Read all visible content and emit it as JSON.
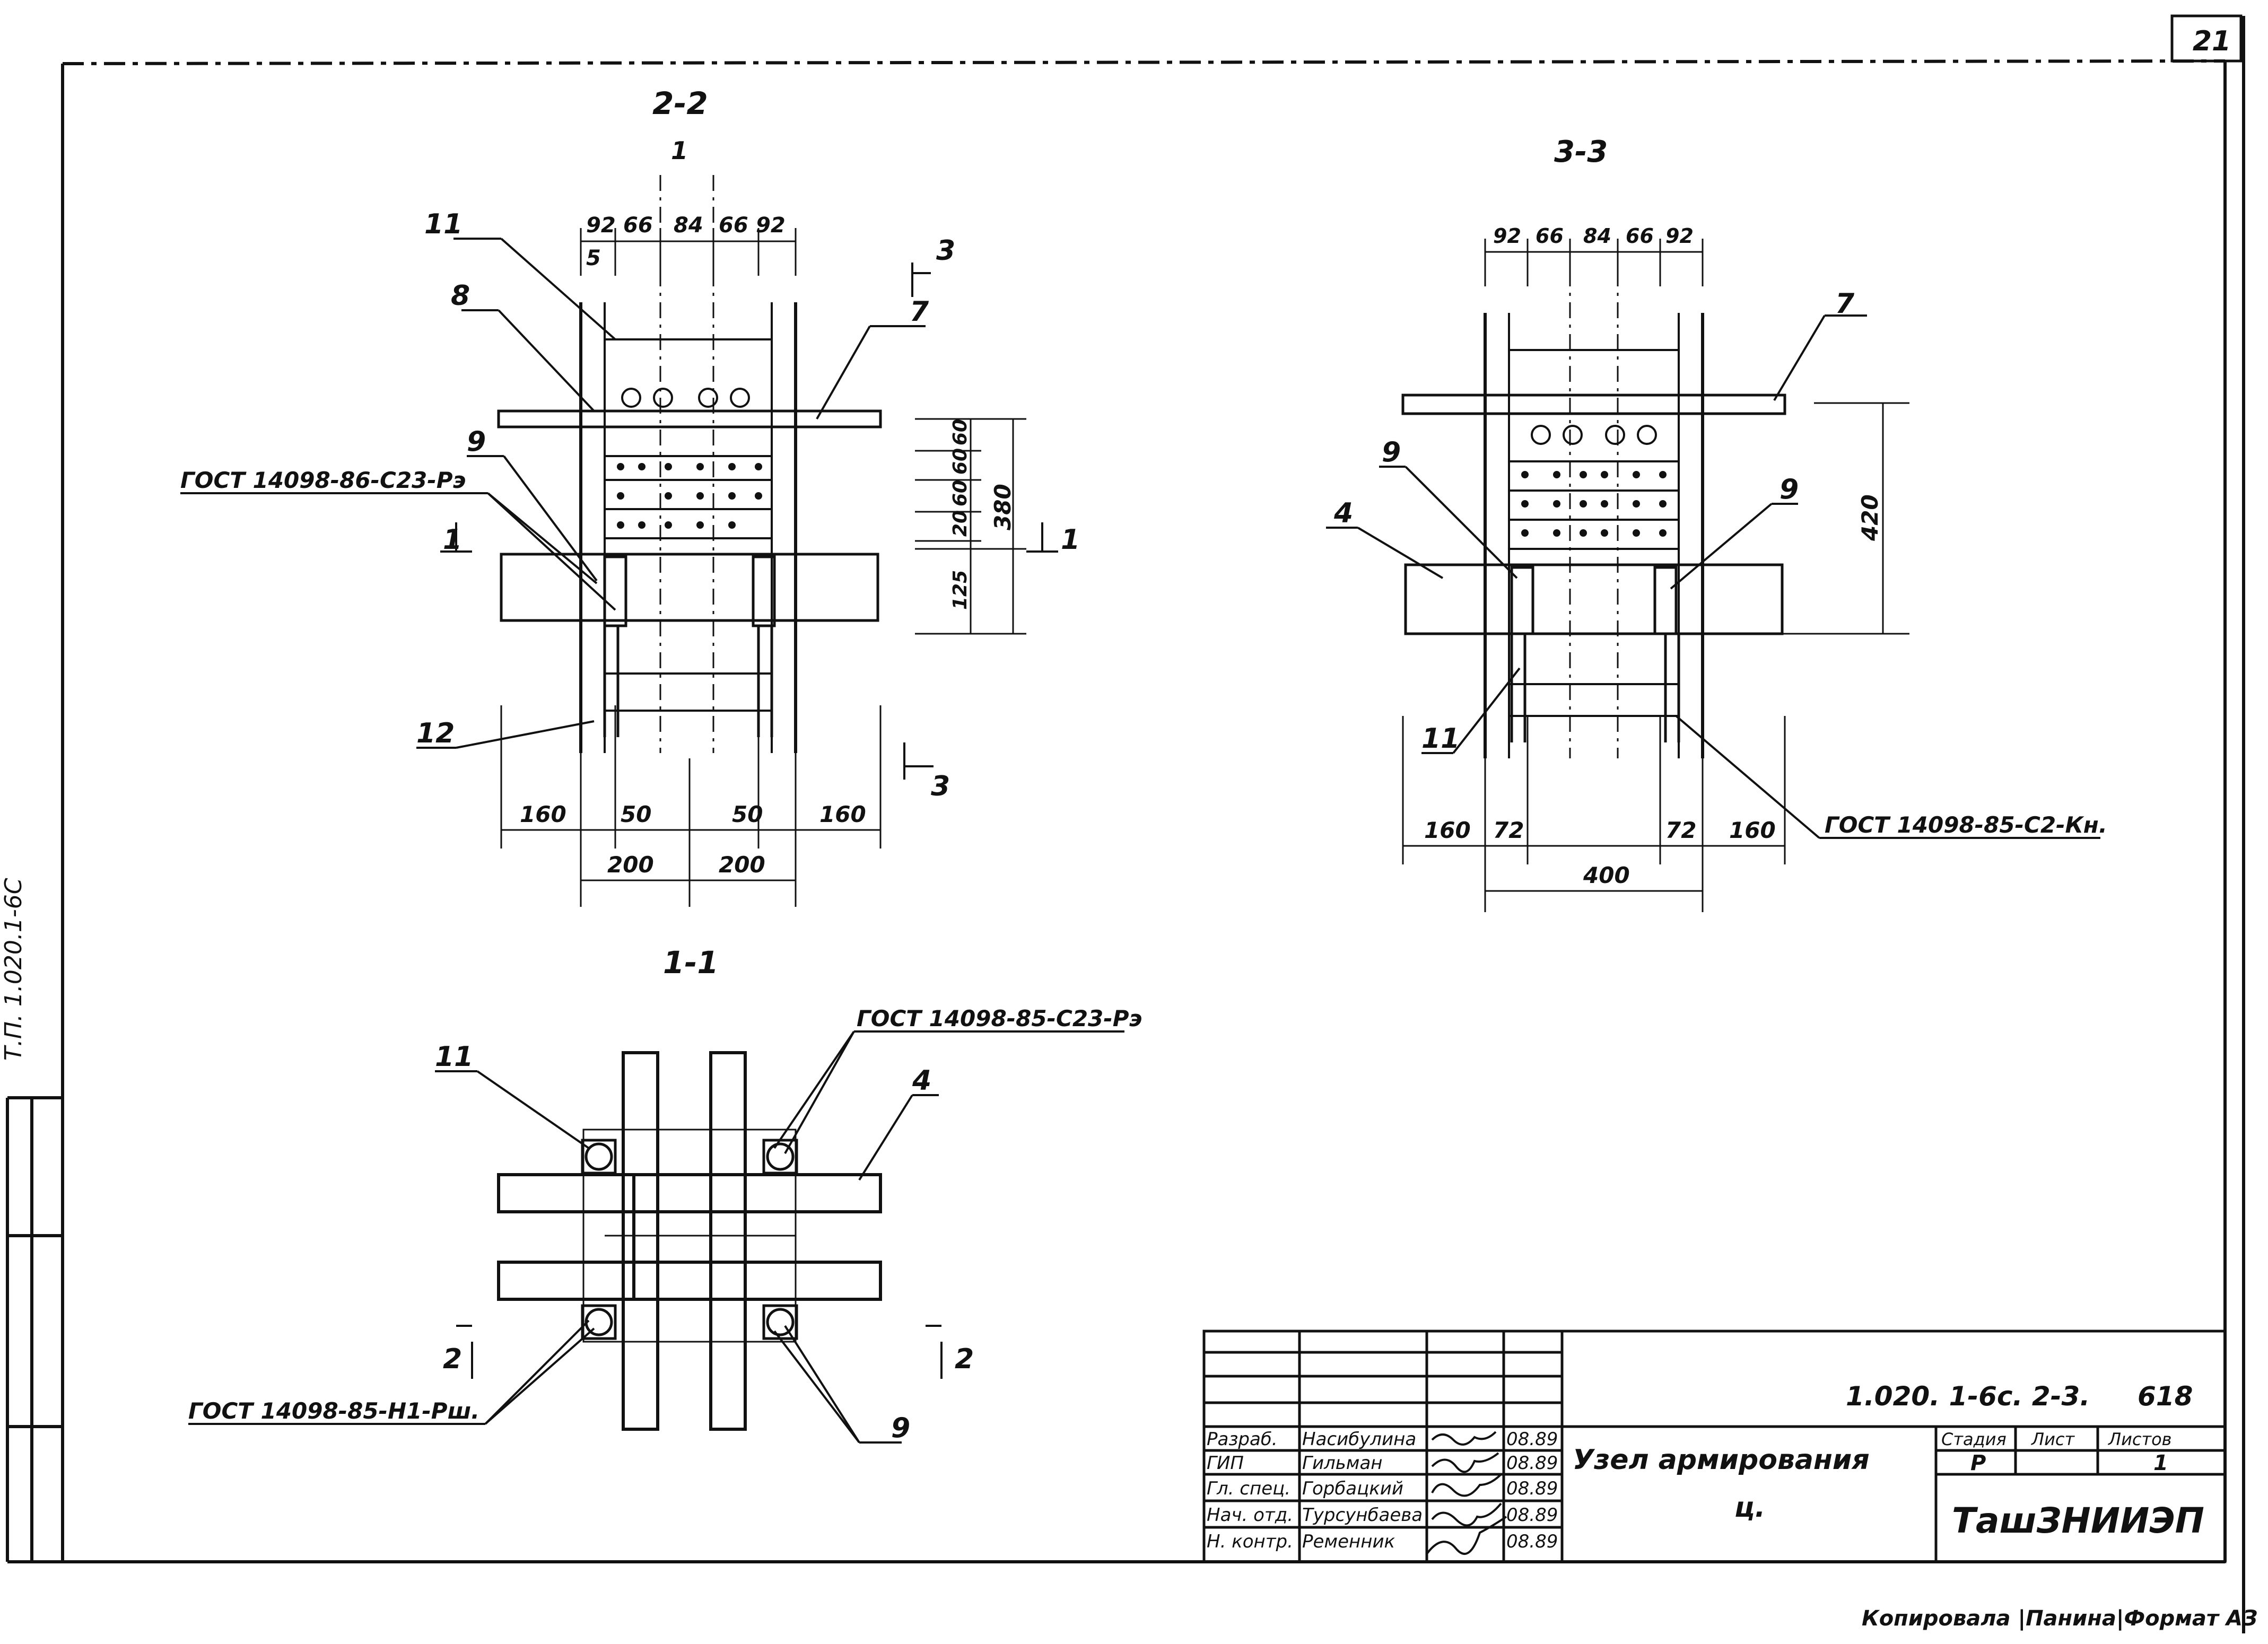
{
  "sheet": {
    "sheet_number_corner": "21",
    "copy_note": "Копировала  |Панина|Формат АЗ",
    "left_strip_text": "Т.П. 1.020.1-6С"
  },
  "views": {
    "section_22": {
      "title": "2-2",
      "marker1": "1",
      "marker3": "3",
      "top_dims": [
        "92",
        "66",
        "84",
        "66",
        "92"
      ],
      "dim_s": "5",
      "callouts": [
        "11",
        "8",
        "9",
        "12",
        "7"
      ],
      "weld_note": "ГОСТ 14098-86-С23-Рэ",
      "right_dims": [
        "60",
        "60",
        "60",
        "20",
        "125"
      ],
      "right_total": "380",
      "section_1_mark": "1",
      "bottom_dims": [
        "160",
        "50",
        "50",
        "160"
      ],
      "bottom_dims2": [
        "200",
        "200"
      ]
    },
    "section_33": {
      "title": "3-3",
      "top_dims": [
        "92",
        "66",
        "84",
        "66",
        "92"
      ],
      "callouts": [
        "7",
        "9",
        "4",
        "9",
        "11"
      ],
      "right_total": "420",
      "weld_note": "ГОСТ 14098-85-С2-Кн.",
      "bottom_dims": [
        "160",
        "72",
        "72",
        "160"
      ],
      "bottom_total": "400"
    },
    "section_11": {
      "title": "1-1",
      "callouts": [
        "11",
        "4",
        "9"
      ],
      "weld_note_top": "ГОСТ 14098-85-С23-Рэ",
      "weld_note_bottom": "ГОСТ 14098-85-Н1-Рш.",
      "section_2_mark": "2"
    }
  },
  "title_block": {
    "doc_code": "1.020. 1-6с. 2-3.",
    "doc_suffix": "618",
    "rows": [
      {
        "role": "Разраб.",
        "name": "Насибулина",
        "date": "08.89"
      },
      {
        "role": "ГИП",
        "name": "Гильман",
        "date": "08.89"
      },
      {
        "role": "Гл. спец.",
        "name": "Горбацкий",
        "date": "08.89"
      },
      {
        "role": "Нач. отд.",
        "name": "Турсунбаева",
        "date": "08.89"
      },
      {
        "role": "Н. контр.",
        "name": "Ременник",
        "date": "08.89"
      }
    ],
    "drawing_title_line1": "Узел армирования",
    "drawing_title_line2": "ц.",
    "col_stage": "Стадия",
    "col_sheet": "Лист",
    "col_sheets": "Листов",
    "stage_value": "Р",
    "sheets_value": "1",
    "organization": "ТашЗНИИЭП"
  }
}
